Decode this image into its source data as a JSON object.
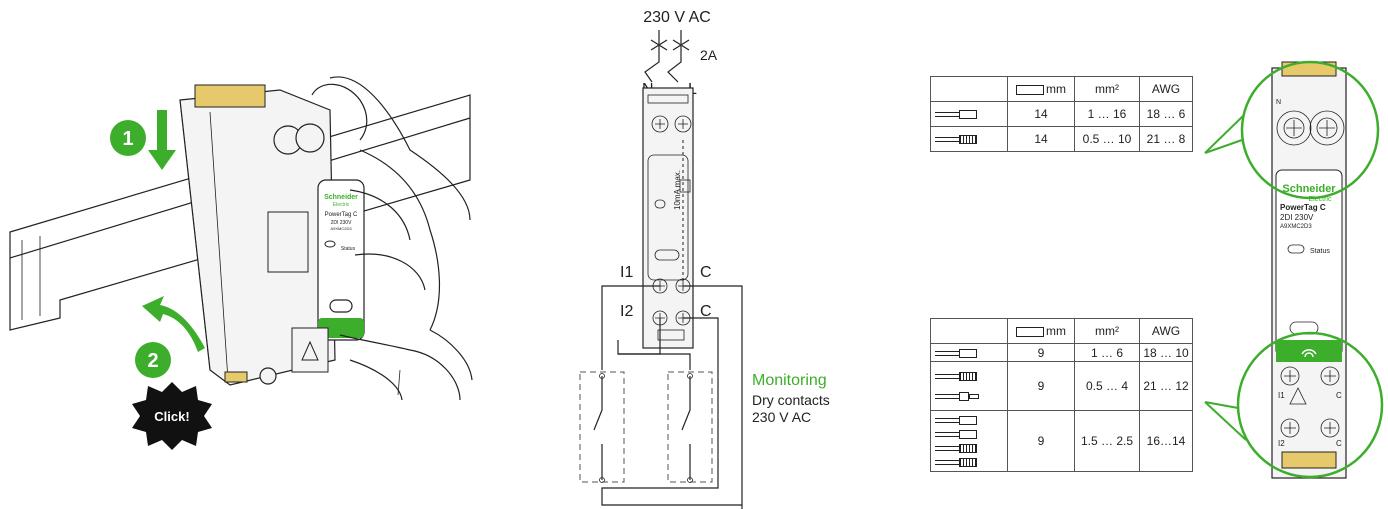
{
  "wiring": {
    "supply": "230 V AC",
    "breaker": "2A",
    "neutral": "N",
    "line": "L",
    "input1": "I1",
    "input2": "I2",
    "common1": "C",
    "common2": "C",
    "device_marking": "10mA max.",
    "monitoring_title": "Monitoring",
    "monitoring_line1": "Dry contacts",
    "monitoring_line2": "230 V AC"
  },
  "install": {
    "step1": "1",
    "step2": "2",
    "click": "Click!",
    "brand": "Schneider",
    "brand_sub": "Electric",
    "product": "PowerTag C",
    "model_line": "2DI 230V",
    "ref": "A9XMC2D3",
    "status": "Status"
  },
  "table_top": {
    "headers": [
      "mm",
      "mm²",
      "AWG"
    ],
    "rows": [
      {
        "icon": "solid-wire-icon",
        "strip": "14",
        "section": "1 … 16",
        "awg": "18 … 6"
      },
      {
        "icon": "stranded-wire-icon",
        "strip": "14",
        "section": "0.5 … 10",
        "awg": "21 … 8"
      }
    ]
  },
  "table_bottom": {
    "headers": [
      "mm",
      "mm²",
      "AWG"
    ],
    "rows": [
      {
        "icon": "solid-wire-icon",
        "strip": "9",
        "section": "1 … 6",
        "awg": "18 … 10"
      },
      {
        "icon": "stranded-ferrule-wire-icon",
        "strip": "9",
        "section": "0.5 … 4",
        "awg": "21 … 12"
      },
      {
        "icon": "double-wire-icon",
        "strip": "9",
        "section": "1.5 … 2.5",
        "awg": "16…14"
      }
    ]
  },
  "product_view": {
    "n_label": "N",
    "brand": "Schneider",
    "brand_sub": "Electric",
    "product": "PowerTag C",
    "model_line": "2DI 230V",
    "ref": "A9XMC2D3",
    "status": "Status",
    "i1": "I1",
    "i2": "I2",
    "c1": "C",
    "c2": "C"
  },
  "colors": {
    "accent": "#3dae2b",
    "ink": "#222222",
    "badge": "#111111"
  }
}
